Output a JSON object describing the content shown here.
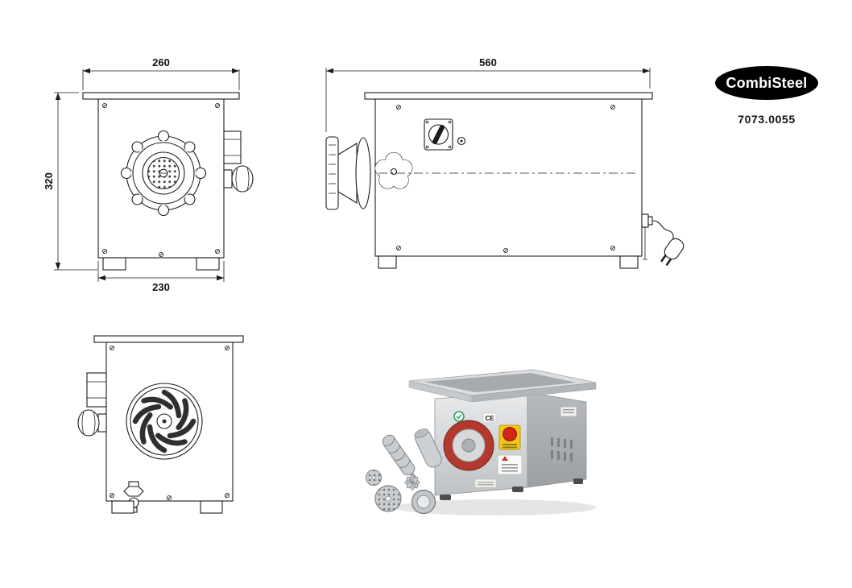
{
  "brand": {
    "logo_text": "CombiSteel",
    "product_code": "7073.0055"
  },
  "drawings": {
    "front": {
      "dim_top": "260",
      "dim_left": "320",
      "dim_bottom": "230"
    },
    "side": {
      "dim_top": "560"
    }
  },
  "photo": {
    "ce_label": "CE"
  },
  "colors": {
    "line": "#1b1b1b",
    "logo_bg": "#000000",
    "logo_fg": "#ffffff",
    "ring_red": "#b2392e",
    "estop_yellow": "#f2c51d",
    "estop_red": "#d02718",
    "sticker_green": "#27a05e",
    "steel": "#cfd2d5"
  }
}
